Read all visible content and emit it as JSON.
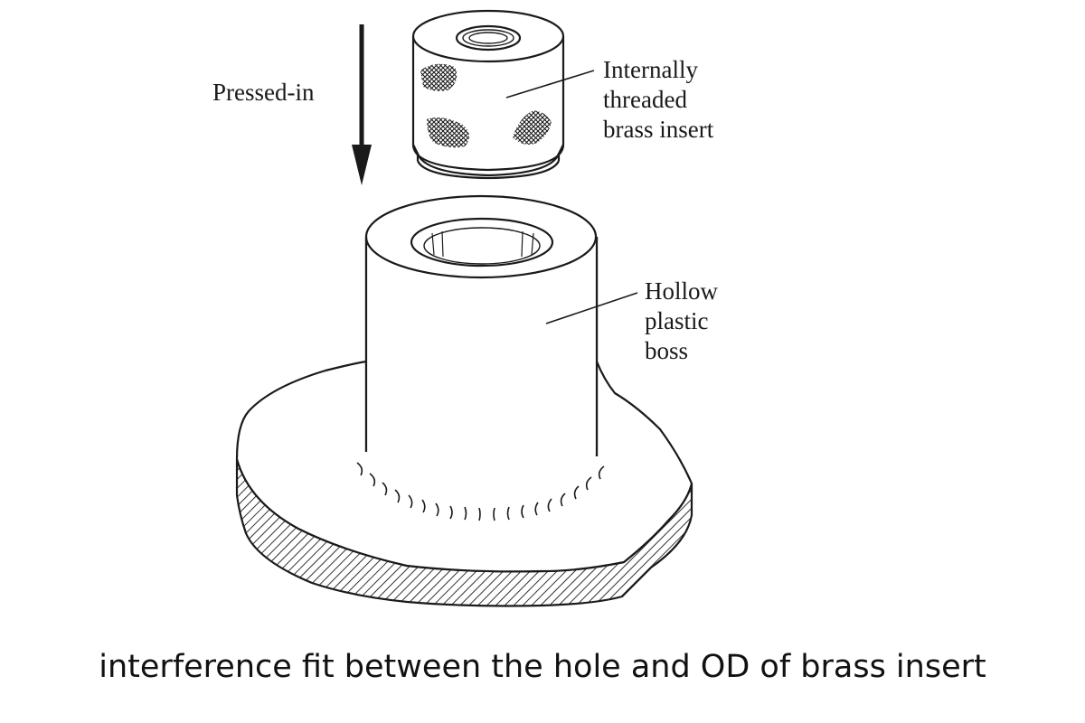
{
  "labels": {
    "pressed_in": "Pressed-in",
    "insert": [
      "Internally",
      "threaded",
      "brass insert"
    ],
    "boss": [
      "Hollow",
      "plastic",
      "boss"
    ]
  },
  "caption": "interference fit between the hole and OD of brass insert",
  "colors": {
    "ink": "#1a1a1a",
    "background": "#ffffff"
  }
}
